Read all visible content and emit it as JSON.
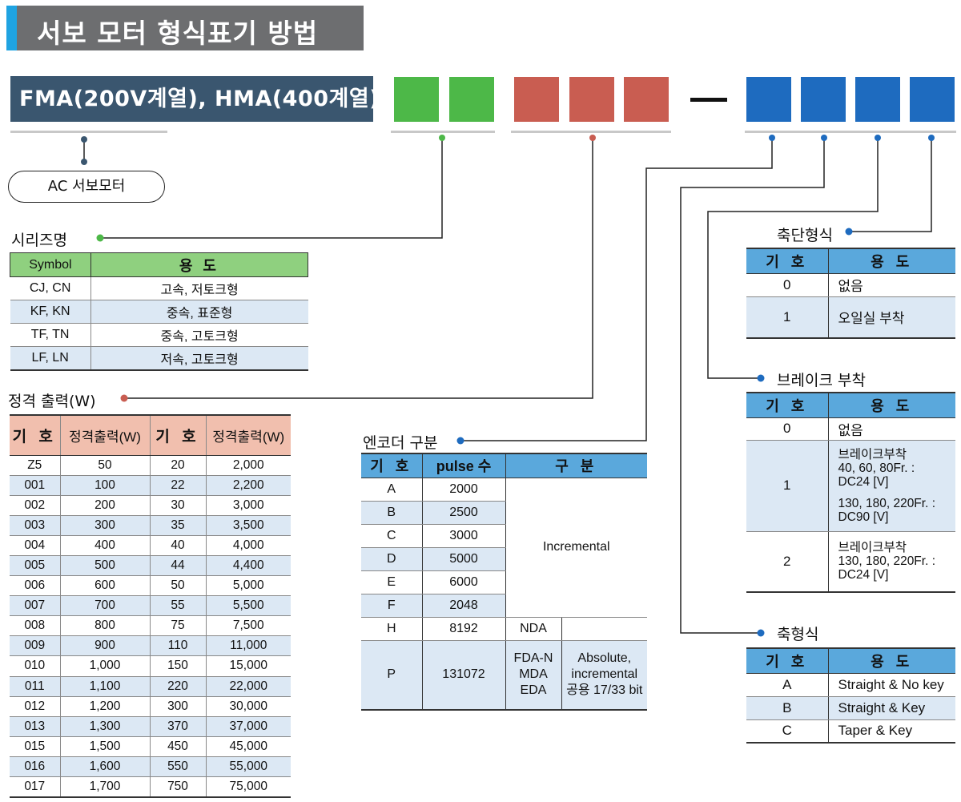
{
  "title": "서보 모터 형식표기 방법",
  "model": "FMA(200V계열), HMA(400계열)",
  "ac_label": "AC 서보모터",
  "colors": {
    "green": "#4db848",
    "red": "#c95d51",
    "blue": "#1e6bbf",
    "navy": "#3a566f",
    "accent": "#1fa3e1"
  },
  "series": {
    "label": "시리즈명",
    "headers": [
      "Symbol",
      "용 도"
    ],
    "rows": [
      [
        "CJ, CN",
        "고속, 저토크형"
      ],
      [
        "KF, KN",
        "중속, 표준형"
      ],
      [
        "TF, TN",
        "중속, 고토크형"
      ],
      [
        "LF, LN",
        "저속, 고토크형"
      ]
    ]
  },
  "power": {
    "label": "정격 출력(W)",
    "headers": [
      "기 호",
      "정격출력(W)",
      "기 호",
      "정격출력(W)"
    ],
    "rows": [
      [
        "Z5",
        "50",
        "20",
        "2,000"
      ],
      [
        "001",
        "100",
        "22",
        "2,200"
      ],
      [
        "002",
        "200",
        "30",
        "3,000"
      ],
      [
        "003",
        "300",
        "35",
        "3,500"
      ],
      [
        "004",
        "400",
        "40",
        "4,000"
      ],
      [
        "005",
        "500",
        "44",
        "4,400"
      ],
      [
        "006",
        "600",
        "50",
        "5,000"
      ],
      [
        "007",
        "700",
        "55",
        "5,500"
      ],
      [
        "008",
        "800",
        "75",
        "7,500"
      ],
      [
        "009",
        "900",
        "110",
        "11,000"
      ],
      [
        "010",
        "1,000",
        "150",
        "15,000"
      ],
      [
        "011",
        "1,100",
        "220",
        "22,000"
      ],
      [
        "012",
        "1,200",
        "300",
        "30,000"
      ],
      [
        "013",
        "1,300",
        "370",
        "37,000"
      ],
      [
        "015",
        "1,500",
        "450",
        "45,000"
      ],
      [
        "016",
        "1,600",
        "550",
        "55,000"
      ],
      [
        "017",
        "1,700",
        "750",
        "75,000"
      ]
    ]
  },
  "encoder": {
    "label": "엔코더 구분",
    "headers": [
      "기 호",
      "pulse 수",
      "구 분"
    ],
    "rows": [
      [
        "A",
        "2000"
      ],
      [
        "B",
        "2500"
      ],
      [
        "C",
        "3000"
      ],
      [
        "D",
        "5000"
      ],
      [
        "E",
        "6000"
      ],
      [
        "F",
        "2048"
      ]
    ],
    "incremental": "Incremental",
    "h": {
      "sym": "H",
      "pulse": "8192",
      "type": "NDA"
    },
    "p": {
      "sym": "P",
      "pulse": "131072",
      "types": [
        "FDA-N",
        "MDA",
        "EDA"
      ],
      "desc": [
        "Absolute,",
        "incremental",
        "공용 17/33 bit"
      ]
    }
  },
  "shaft_end": {
    "label": "축단형식",
    "headers": [
      "기 호",
      "용 도"
    ],
    "rows": [
      [
        "0",
        "없음"
      ],
      [
        "1",
        "오일실 부착"
      ]
    ]
  },
  "brake": {
    "label": "브레이크 부착",
    "headers": [
      "기 호",
      "용 도"
    ],
    "rows": [
      {
        "sym": "0",
        "lines": [
          "없음"
        ]
      },
      {
        "sym": "1",
        "lines": [
          "브레이크부착",
          "40, 60, 80Fr. :",
          "DC24 [V]",
          "130, 180, 220Fr. :",
          "DC90 [V]"
        ]
      },
      {
        "sym": "2",
        "lines": [
          "브레이크부착",
          "130, 180, 220Fr. :",
          "DC24 [V]"
        ]
      }
    ]
  },
  "shaft": {
    "label": "축형식",
    "headers": [
      "기 호",
      "용 도"
    ],
    "rows": [
      [
        "A",
        "Straight & No key"
      ],
      [
        "B",
        "Straight & Key"
      ],
      [
        "C",
        "Taper & Key"
      ]
    ]
  }
}
